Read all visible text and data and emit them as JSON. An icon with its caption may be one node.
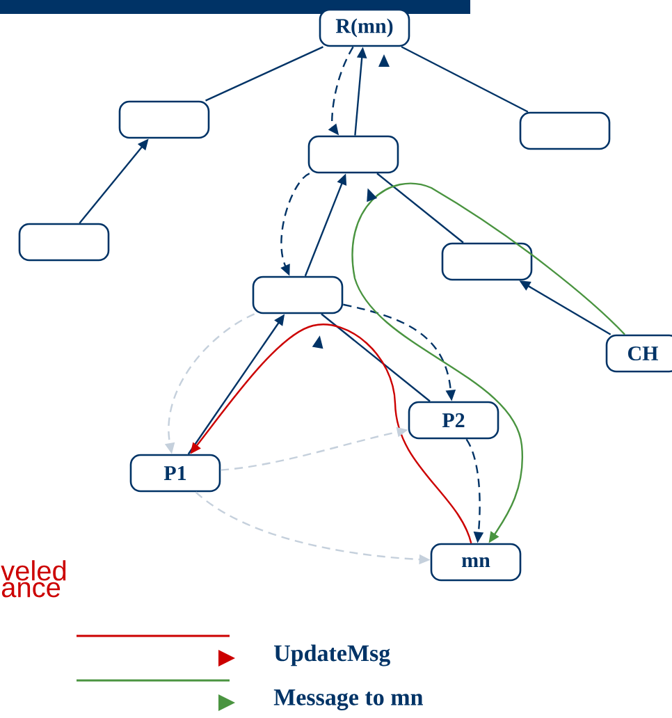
{
  "diagram": {
    "nodes": [
      {
        "text": [
          "R(mn)"
        ]
      },
      {
        "text": [],
        "shape": "box"
      },
      {
        "text": [],
        "shape": "box"
      },
      {
        "text": [],
        "shape": "box"
      },
      {
        "text": [],
        "shape": "box"
      },
      {
        "text": [],
        "shape": "box"
      },
      {
        "text": [],
        "shape": "box"
      },
      {
        "text": [
          "CH"
        ]
      },
      {
        "text": [
          "P2"
        ]
      },
      {
        "text": [
          "P1"
        ]
      },
      {
        "text": [
          "mn"
        ]
      }
    ],
    "edges": [
      {
        "from": 0,
        "to": 1,
        "arrow": "none"
      },
      {
        "from": 0,
        "to": 2,
        "arrow": "none"
      },
      {
        "from": 3,
        "to": 0,
        "arrow": "to"
      },
      {
        "from": 4,
        "to": 1,
        "arrow": "to"
      },
      {
        "from": 6,
        "to": 3,
        "arrow": "to"
      },
      {
        "from": 3,
        "to": 5,
        "arrow": "none"
      },
      {
        "from": 7,
        "to": 5,
        "arrow": "to"
      },
      {
        "from": 9,
        "to": 6,
        "arrow": "to"
      },
      {
        "from": 6,
        "to": 8,
        "arrow": "none"
      },
      {
        "from": 0,
        "to": 3,
        "arrow": "to",
        "style": "dashed"
      },
      {
        "from": 3,
        "to": 6,
        "arrow": "to",
        "style": "dashed"
      },
      {
        "from": 6,
        "to": 8,
        "arrow": "to",
        "style": "dashed"
      },
      {
        "from": 8,
        "to": 10,
        "arrow": "to",
        "style": "dashed"
      },
      {
        "from": 10,
        "to": 9,
        "arrow": "to",
        "color": "#cc0000"
      },
      {
        "from": 7,
        "to": 10,
        "arrow": "to",
        "color": "#4a9440"
      },
      {
        "from": 6,
        "to": 9,
        "arrow": "to",
        "style": "dashed",
        "color": "#c5d0dc"
      },
      {
        "from": 9,
        "to": 8,
        "arrow": "to",
        "style": "dashed",
        "color": "#c5d0dc"
      },
      {
        "from": 9,
        "to": 10,
        "arrow": "to",
        "style": "dashed",
        "color": "#c5d0dc"
      }
    ],
    "labels": [
      "veled ance"
    ],
    "legend": [
      {
        "text": "UpdateMsg"
      },
      {
        "text": "Message to mn"
      }
    ]
  }
}
